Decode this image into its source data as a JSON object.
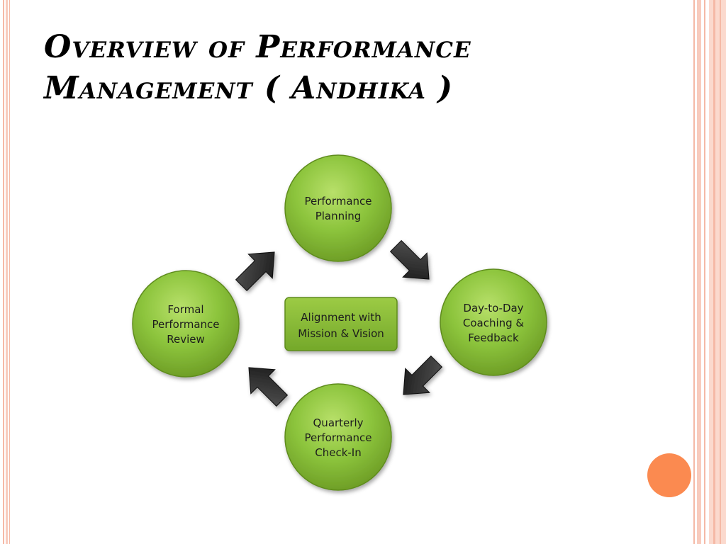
{
  "slide": {
    "title_line1": "Overview of Performance",
    "title_line2": "Management ( Andhika )"
  },
  "cycle": {
    "nodes": [
      {
        "lines": [
          "Performance",
          "Planning"
        ]
      },
      {
        "lines": [
          "Day-to-Day",
          "Coaching &",
          "Feedback"
        ]
      },
      {
        "lines": [
          "Quarterly",
          "Performance",
          "Check-In"
        ]
      },
      {
        "lines": [
          "Formal",
          "Performance",
          "Review"
        ]
      }
    ],
    "center": {
      "lines": [
        "Alignment with",
        "Mission & Vision"
      ]
    }
  },
  "colors": {
    "node_fill": "#8cc43c",
    "center_fill": "#7fb52a",
    "arrow_fill": "#2b2b2b",
    "accent_dot": "#fb8a50",
    "border": "#f5b9a6"
  }
}
